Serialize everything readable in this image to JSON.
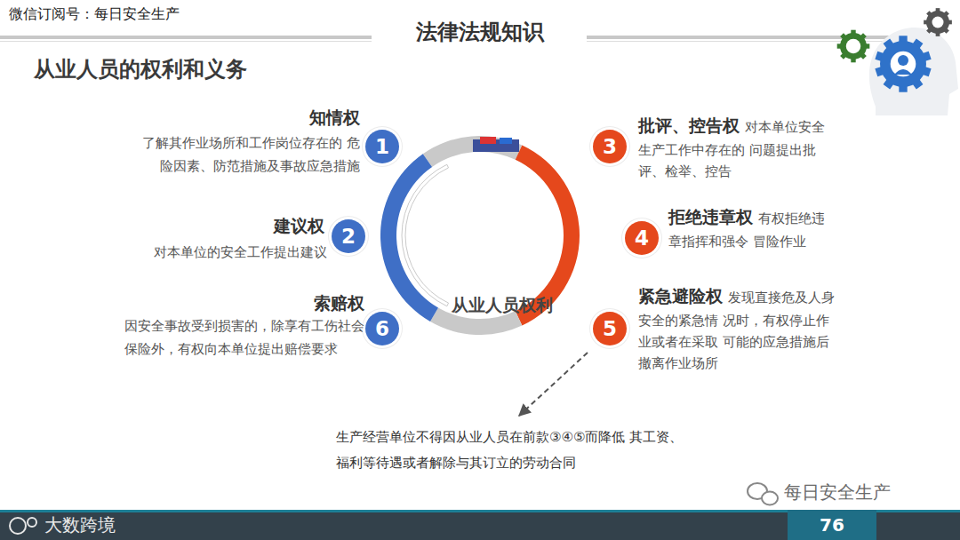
{
  "diagram": {
    "title": "法律法规知识",
    "nodes": [
      {
        "text": [
          "从业人员权利"
        ]
      },
      {
        "text": [
          "1",
          "知情权",
          "了解其作业场所和工作岗位存在的 危险因素、防范措施及事故应急措施"
        ]
      },
      {
        "text": [
          "2",
          "建议权",
          "对本单位的安全工作提出建议"
        ]
      },
      {
        "text": [
          "3",
          "批评、控告权",
          "对本单位安全生产工作中存在的 问题提出批评、检举、控告"
        ]
      },
      {
        "text": [
          "4",
          "拒绝违章权",
          "有权拒绝违章指挥和强令 冒险作业"
        ]
      },
      {
        "text": [
          "5",
          "紧急避险权",
          "发现直接危及人身安全的紧急情 况时，有权停止作业或者在采取 可能的应急措施后撤离作业场所"
        ]
      },
      {
        "text": [
          "6",
          "索赔权",
          "因安全事故受到损害的，除享有工伤社会保险外，有权向本单位提出赔偿要求"
        ]
      },
      {
        "text": [
          "生产经营单位不得因从业人员在前款③④⑤而降低 其工资、福利等待遇或者解除与其订立的劳动合同"
        ]
      }
    ],
    "edges": [
      {
        "from": 5,
        "to": 7,
        "arrow": "to"
      }
    ],
    "labels": [
      "微信订阅号：每日安全生产",
      "从业人员的权利和义务",
      "大数跨境",
      "每日安全生产",
      "76"
    ]
  }
}
